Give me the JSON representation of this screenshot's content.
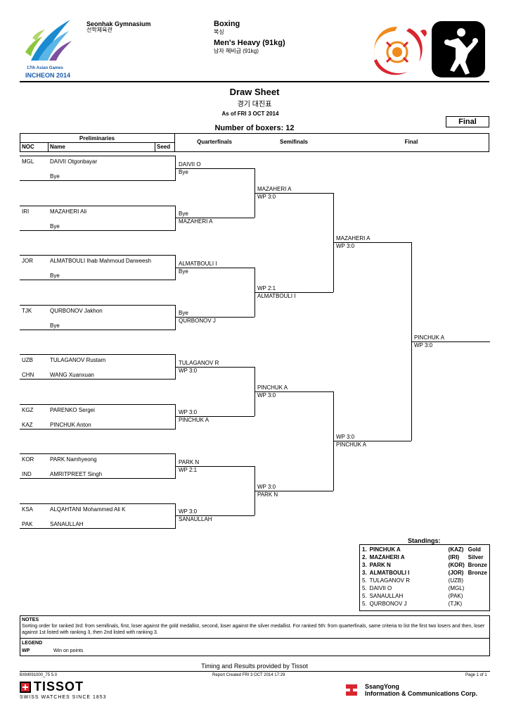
{
  "header": {
    "venue": "Seonhak Gymnasium",
    "venue_kr": "선학체육관",
    "sport": "Boxing",
    "sport_kr": "복싱",
    "event": "Men's Heavy (91kg)",
    "event_kr": "남자 헤비급 (91kg)",
    "games_logo_line1": "17th Asian Games",
    "games_logo_line2": "INCHEON 2014"
  },
  "title": {
    "main": "Draw Sheet",
    "sub": "경기 대진표",
    "date": "As of FRI 3 OCT 2014",
    "count": "Number of boxers: 12",
    "phase": "Final"
  },
  "columns": {
    "preliminaries": "Preliminaries",
    "noc": "NOC",
    "name": "Name",
    "seed": "Seed",
    "quarterfinals": "Quarterfinals",
    "semifinals": "Semifinals",
    "final": "Final"
  },
  "entries": [
    {
      "noc": "MGL",
      "name": "DAIVII Otgonbayar"
    },
    {
      "noc": "",
      "name": "Bye"
    },
    {
      "noc": "IRI",
      "name": "MAZAHERI Ali"
    },
    {
      "noc": "",
      "name": "Bye"
    },
    {
      "noc": "JOR",
      "name": "ALMATBOULI Ihab Mahmoud Darweesh"
    },
    {
      "noc": "",
      "name": "Bye"
    },
    {
      "noc": "TJK",
      "name": "QURBONOV Jakhon"
    },
    {
      "noc": "",
      "name": "Bye"
    },
    {
      "noc": "UZB",
      "name": "TULAGANOV Rustam"
    },
    {
      "noc": "CHN",
      "name": "WANG Xuanxuan"
    },
    {
      "noc": "KGZ",
      "name": "PARENKO Sergei"
    },
    {
      "noc": "KAZ",
      "name": "PINCHUK Anton"
    },
    {
      "noc": "KOR",
      "name": "PARK Namhyeong"
    },
    {
      "noc": "IND",
      "name": "AMRITPREET Singh"
    },
    {
      "noc": "KSA",
      "name": "ALQAHTANI Mohammed Ali K"
    },
    {
      "noc": "PAK",
      "name": "SANAULLAH"
    }
  ],
  "quarterfinals": [
    {
      "top": "DAIVII O",
      "bottom": "Bye"
    },
    {
      "top": "Bye",
      "bottom": "MAZAHERI A"
    },
    {
      "top": "ALMATBOULI I",
      "bottom": "Bye"
    },
    {
      "top": "Bye",
      "bottom": "QURBONOV J"
    },
    {
      "top": "TULAGANOV R",
      "bottom": "WP 3:0"
    },
    {
      "top": "WP 3:0",
      "bottom": "PINCHUK A"
    },
    {
      "top": "PARK N",
      "bottom": "WP 2:1"
    },
    {
      "top": "WP 3:0",
      "bottom": "SANAULLAH"
    }
  ],
  "semifinals": [
    {
      "top": "MAZAHERI A",
      "bottom": "WP 3:0"
    },
    {
      "top": "WP 2:1",
      "bottom": "ALMATBOULI I"
    },
    {
      "top": "PINCHUK A",
      "bottom": "WP 3:0"
    },
    {
      "top": "WP 3:0",
      "bottom": "PARK N"
    }
  ],
  "final_round": [
    {
      "top": "MAZAHERI A",
      "bottom": "WP 3:0"
    },
    {
      "top": "WP 3:0",
      "bottom": "PINCHUK A"
    }
  ],
  "winner": {
    "top": "PINCHUK A",
    "bottom": "WP 3:0"
  },
  "standings": {
    "title": "Standings:",
    "rows": [
      {
        "rank": "1.",
        "name": "PINCHUK A",
        "noc": "(KAZ)",
        "medal": "Gold",
        "bold": true
      },
      {
        "rank": "2.",
        "name": "MAZAHERI A",
        "noc": "(IRI)",
        "medal": "Silver",
        "bold": true
      },
      {
        "rank": "3.",
        "name": "PARK N",
        "noc": "(KOR)",
        "medal": "Bronze",
        "bold": true
      },
      {
        "rank": "3.",
        "name": "ALMATBOULI I",
        "noc": "(JOR)",
        "medal": "Bronze",
        "bold": true
      },
      {
        "rank": "5.",
        "name": "TULAGANOV R",
        "noc": "(UZB)",
        "medal": "",
        "bold": false
      },
      {
        "rank": "5.",
        "name": "DAIVII O",
        "noc": "(MGL)",
        "medal": "",
        "bold": false
      },
      {
        "rank": "5.",
        "name": "SANAULLAH",
        "noc": "(PAK)",
        "medal": "",
        "bold": false
      },
      {
        "rank": "5.",
        "name": "QURBONOV J",
        "noc": "(TJK)",
        "medal": "",
        "bold": false
      }
    ]
  },
  "notes": {
    "label": "NOTES",
    "text": "Sorting order for ranked 3rd: from semifinals, first, loser against the gold medallist, second, loser against the silver medallist. For ranked 5th: from quarterfinals, same criteria to list the first two losers and then, loser against 1st listed with ranking 3, then 2nd listed with ranking 3."
  },
  "legend": {
    "label": "LEGEND",
    "abbr": "WP",
    "desc": "Win on points"
  },
  "footer": {
    "timing": "Timing and Results provided by Tissot",
    "code": "BXM091000_75 5.0",
    "created": "Report Created  FRI 3 OCT 2014 17:29",
    "page": "Page 1 of 1",
    "tissot": "TISSOT",
    "tissot_tag": "SWISS WATCHES SINCE 1853",
    "sponsor_line1": "SsangYong",
    "sponsor_line2": "Information & Communications Corp."
  },
  "colors": {
    "logo_blue": "#1a8bd0",
    "logo_green": "#8cc63f",
    "logo_orange": "#f08a1c",
    "logo_red": "#d8262f",
    "tissot_red": "#d8262f"
  }
}
